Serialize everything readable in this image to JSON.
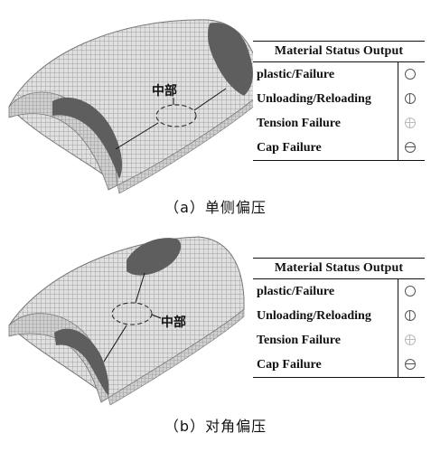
{
  "panels": [
    {
      "caption": "（a）单侧偏压",
      "callout_label": "中部",
      "legend": {
        "title": "Material Status Output",
        "items": [
          {
            "label": "plastic/Failure",
            "symbol": "circle-empty-icon"
          },
          {
            "label": "Unloading/Reloading",
            "symbol": "circle-vertical-bar-icon"
          },
          {
            "label": "Tension Failure",
            "symbol": "circle-cross-icon"
          },
          {
            "label": "Cap Failure",
            "symbol": "circle-horizontal-bar-icon"
          }
        ]
      }
    },
    {
      "caption": "（b）对角偏压",
      "callout_label": "中部",
      "legend": {
        "title": "Material Status Output",
        "items": [
          {
            "label": "plastic/Failure",
            "symbol": "circle-empty-icon"
          },
          {
            "label": "Unloading/Reloading",
            "symbol": "circle-vertical-bar-icon"
          },
          {
            "label": "Tension Failure",
            "symbol": "circle-cross-icon"
          },
          {
            "label": "Cap Failure",
            "symbol": "circle-horizontal-bar-icon"
          }
        ]
      }
    }
  ],
  "colors": {
    "mesh": "#9a9a9a",
    "mesh_fill": "#d6d6d6",
    "failure_zone": "#5e5e5e",
    "light_symbol": "#bbbbbb"
  }
}
